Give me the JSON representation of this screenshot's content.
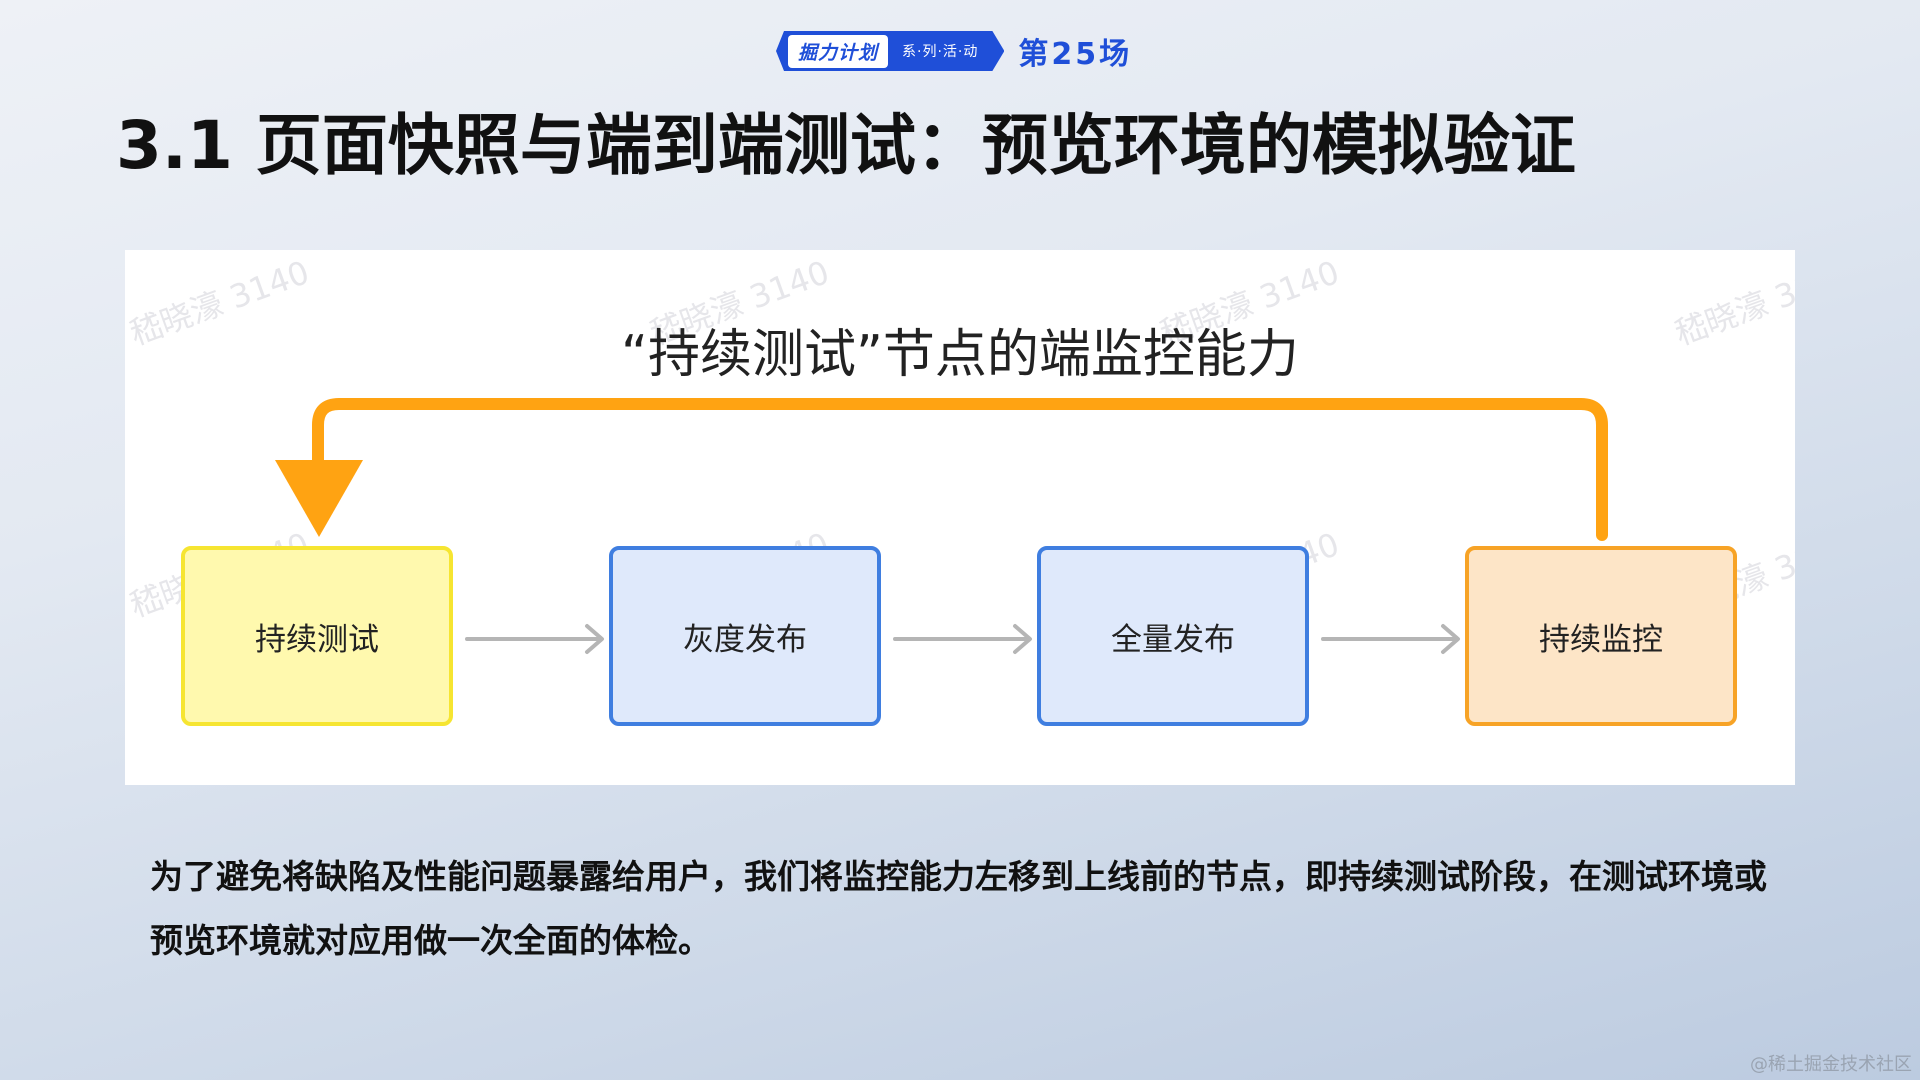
{
  "header": {
    "brand": "掘力计划",
    "series": "系·列·活·动",
    "session": "第25场"
  },
  "slide": {
    "title": "3.1 页面快照与端到端测试：预览环境的模拟验证"
  },
  "diagram": {
    "title": "“持续测试”节点的端监控能力",
    "nodes": [
      "持续测试",
      "灰度发布",
      "全量发布",
      "持续监控"
    ],
    "watermark": "嵇晓濠 3140",
    "colors": {
      "yellow_fill": "#fff9ae",
      "yellow_border": "#f6e531",
      "blue_fill": "#dfe9fb",
      "blue_border": "#3f7ee0",
      "orange_fill": "#fde5c7",
      "orange_border": "#f7a326",
      "loop_arrow": "#ffa312",
      "flow_arrow": "#b5b5b5"
    }
  },
  "description": "为了避免将缺陷及性能问题暴露给用户，我们将监控能力左移到上线前的节点，即持续测试阶段，在测试环境或预览环境就对应用做一次全面的体检。",
  "footer": {
    "watermark": "@稀土掘金技术社区"
  }
}
